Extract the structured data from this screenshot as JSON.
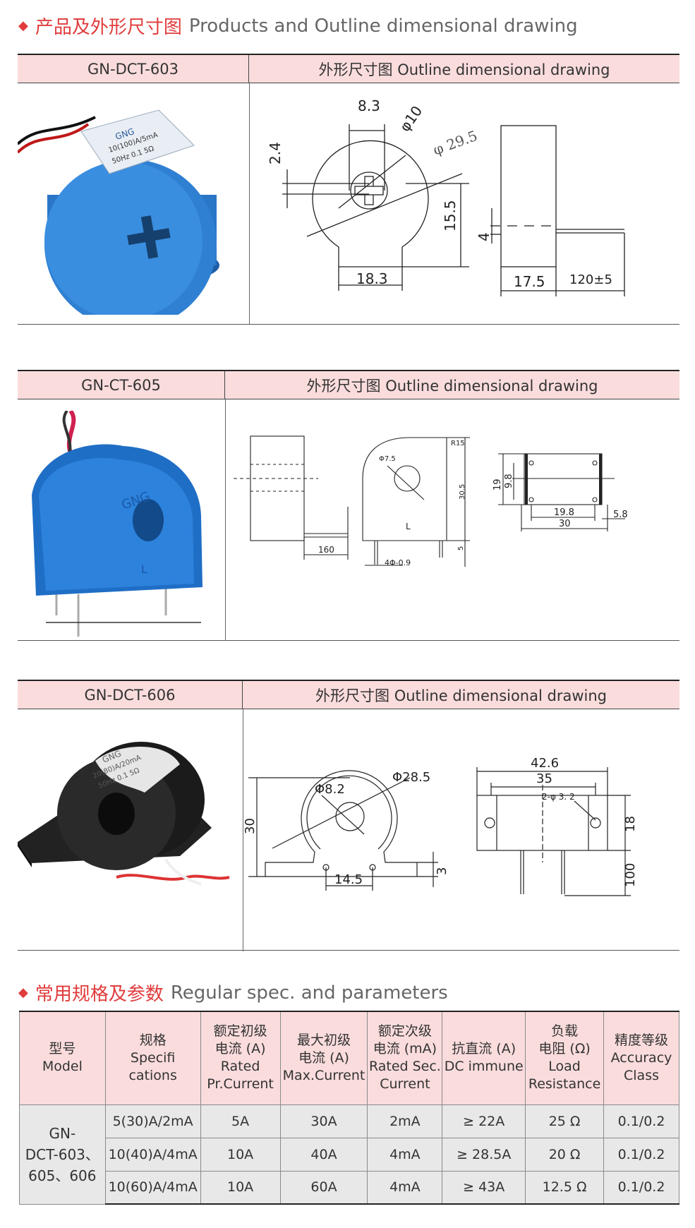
{
  "section1": {
    "diamond": "◆",
    "cn": "产品及外形尺寸图",
    "en": "Products and Outline dimensional drawing"
  },
  "products": [
    {
      "model": "GN-DCT-603",
      "drawing_header": "外形尺寸图 Outline dimensional drawing",
      "label_lines": [
        "GNG",
        "10(100)A/5mA",
        "50Hz 0.1  5Ω"
      ],
      "dims": [
        "8.3",
        "φ10",
        "φ 29.5",
        "2.4",
        "15.5",
        "18.3",
        "4",
        "17.5",
        "120±5"
      ]
    },
    {
      "model": "GN-CT-605",
      "drawing_header": "外形尺寸图 Outline dimensional drawing",
      "label_lines": [
        "GNG",
        "L"
      ],
      "dims": [
        "160",
        "Φ7.5",
        "R15",
        "30.5",
        "L",
        "5",
        "4Φ-0.9",
        "19",
        "9.8",
        "19.8",
        "30",
        "5.8"
      ]
    },
    {
      "model": "GN-DCT-606",
      "drawing_header": "外形尺寸图 Outline dimensional drawing",
      "label_lines": [
        "GNG",
        "20(80)A/20mA",
        "50Hz 0.1  5Ω"
      ],
      "dims": [
        "Φ28.5",
        "Φ8.2",
        "30",
        "14.5",
        "3",
        "42.6",
        "35",
        "2-φ 3. 2",
        "18",
        "100"
      ]
    }
  ],
  "section2": {
    "diamond": "◆",
    "cn": "常用规格及参数",
    "en": "Regular spec. and parameters"
  },
  "spec_table": {
    "headers": [
      [
        "型号",
        "Model"
      ],
      [
        "规格",
        "Specifi cations"
      ],
      [
        "额定初级",
        "电流 (A)",
        "Rated",
        "Pr.Current"
      ],
      [
        "最大初级",
        "电流 (A)",
        "Max.Current"
      ],
      [
        "额定次级",
        "电流 (mA)",
        "Rated Sec.",
        "Current"
      ],
      [
        "抗直流 (A)",
        "DC immune"
      ],
      [
        "负载",
        "电阻 (Ω)",
        "Load",
        "Resistance"
      ],
      [
        "精度等级",
        "Accuracy",
        "Class"
      ]
    ],
    "model_cell": [
      "GN-",
      "DCT-603、",
      "605、606"
    ],
    "rows": [
      [
        "5(30)A/2mA",
        "5A",
        "30A",
        "2mA",
        "≥ 22A",
        "25 Ω",
        "0.1/0.2"
      ],
      [
        "10(40)A/4mA",
        "10A",
        "40A",
        "4mA",
        "≥ 28.5A",
        "20 Ω",
        "0.1/0.2"
      ],
      [
        "10(60)A/4mA",
        "10A",
        "60A",
        "4mA",
        "≥ 43A",
        "12.5 Ω",
        "0.1/0.2"
      ]
    ]
  }
}
